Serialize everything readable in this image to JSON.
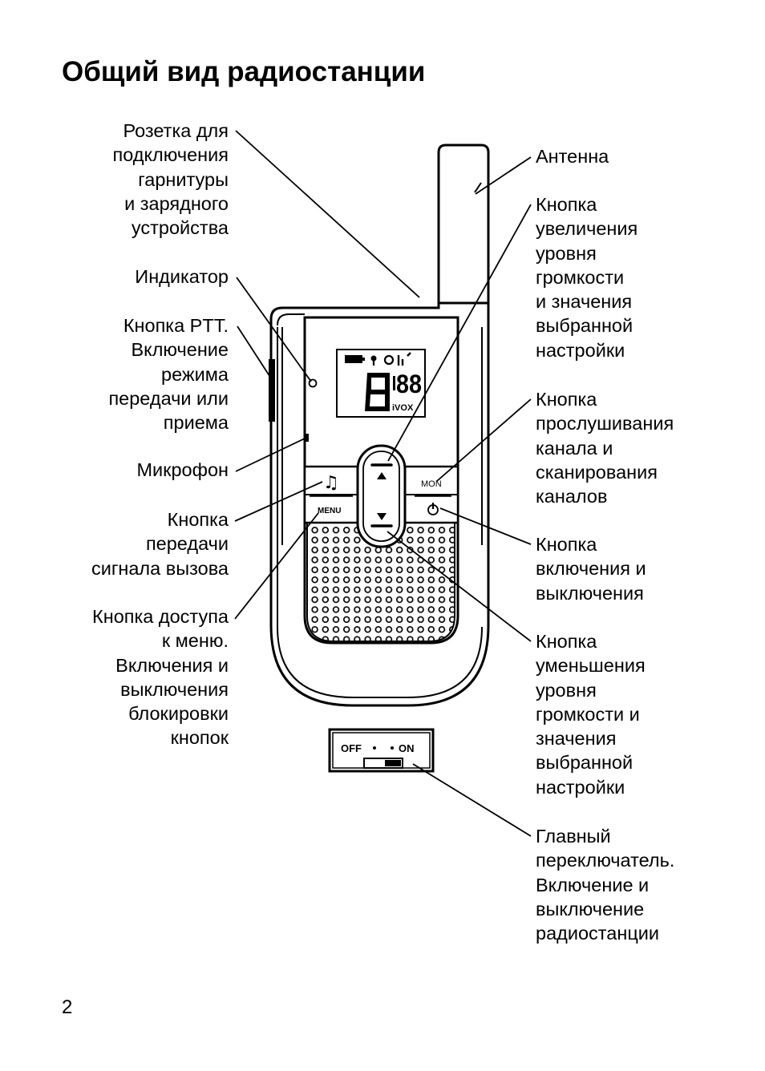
{
  "page": {
    "title": "Общий вид радиостанции",
    "page_number": "2"
  },
  "labels": {
    "headset_jack": "Розетка для\nподключения\nгарнитуры\nи зарядного\nустройства",
    "indicator": "Индикатор",
    "ptt_button": "Кнопка PTT.\nВключение\nрежима\nпередачи или\nприема",
    "microphone": "Микрофон",
    "call_button": "Кнопка\nпередачи\nсигнала вызова",
    "menu_button": "Кнопка доступа\nк меню.\nВключения и\nвыключения\nблокировки\nкнопок",
    "antenna": "Антенна",
    "volume_up": "Кнопка\nувеличения\nуровня\nгромкости\nи значения\nвыбранной\nнастройки",
    "monitor_button": "Кнопка\nпрослушивания\nканала и\nсканирования\nканалов",
    "power_button": "Кнопка\nвключения и\nвыключения",
    "volume_down": "Кнопка\nуменьшения\nуровня\nгромкости и\nзначения\nвыбранной\nнастройки",
    "main_switch": "Главный\nпереключатель.\nВключение и\nвыключение\nрадиостанции"
  },
  "device": {
    "display_channel": "88",
    "display_vox": "iVOX",
    "mon_key": "MON",
    "menu_key": "MENU",
    "switch_off": "OFF",
    "switch_on": "ON",
    "call_icon": "music-note-icon",
    "power_icon": "power-icon"
  }
}
